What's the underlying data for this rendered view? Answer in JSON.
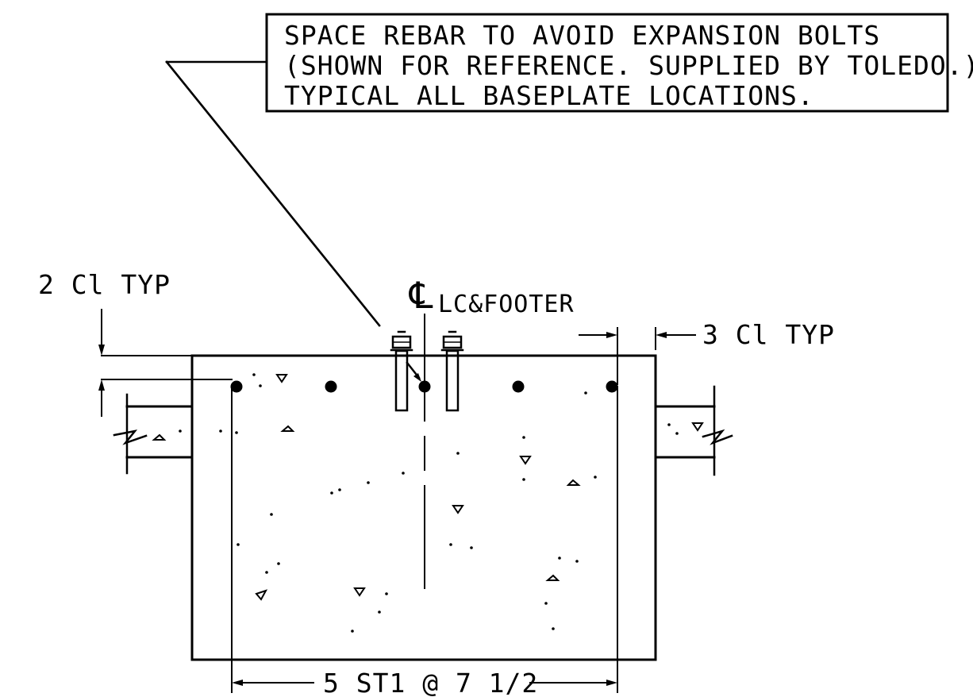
{
  "note": {
    "line1": "SPACE REBAR TO AVOID EXPANSION BOLTS",
    "line2": "(SHOWN FOR REFERENCE. SUPPLIED BY TOLEDO.)",
    "line3": "TYPICAL ALL BASEPLATE LOCATIONS."
  },
  "centerline": {
    "symbol": "℄",
    "label": "LC&FOOTER"
  },
  "dimensions": {
    "top_cover": "2 Cl TYP",
    "side_cover": "3 Cl TYP",
    "bar_spacing": "5 ST1 @ 7 1/2"
  },
  "colors": {
    "ink": "#000000",
    "paper": "#ffffff"
  }
}
